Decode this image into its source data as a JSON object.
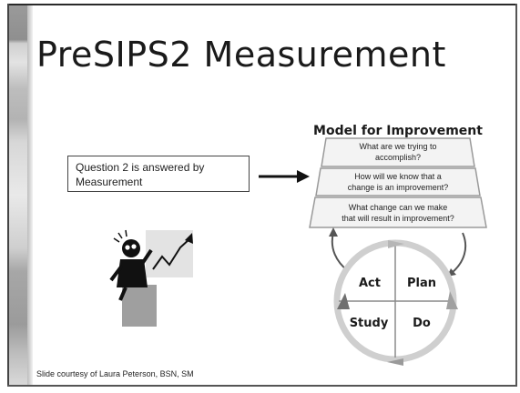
{
  "slide": {
    "title": "PreSIPS2 Measurement",
    "callout": {
      "line1": "Question 2 is answered by",
      "line2": "Measurement"
    },
    "credit": "Slide courtesy of Laura Peterson, BSN, SM"
  },
  "model": {
    "title": "Model for Improvement",
    "questions": [
      [
        "What are we trying to",
        "accomplish?"
      ],
      [
        "How will we know that a",
        "change is an improvement?"
      ],
      [
        "What change can we make",
        "that will result in improvement?"
      ]
    ],
    "cycle": {
      "act": "Act",
      "plan": "Plan",
      "study": "Study",
      "do": "Do"
    }
  },
  "colors": {
    "frame": "#2a2a2a",
    "sidebar": "#a9a9a9",
    "trapezoid_fill": "#f3f3f3",
    "trapezoid_stroke": "#9a9a9a",
    "cycle_ring": "#c8c8c8",
    "pdsa_accent": "#888888",
    "figure_board": "#e0e0e0",
    "podium": "#9a9a9a"
  },
  "icons": [
    "right-arrow-icon",
    "presenter-figure-icon",
    "growth-chart-icon",
    "cycle-arrow-icon"
  ]
}
